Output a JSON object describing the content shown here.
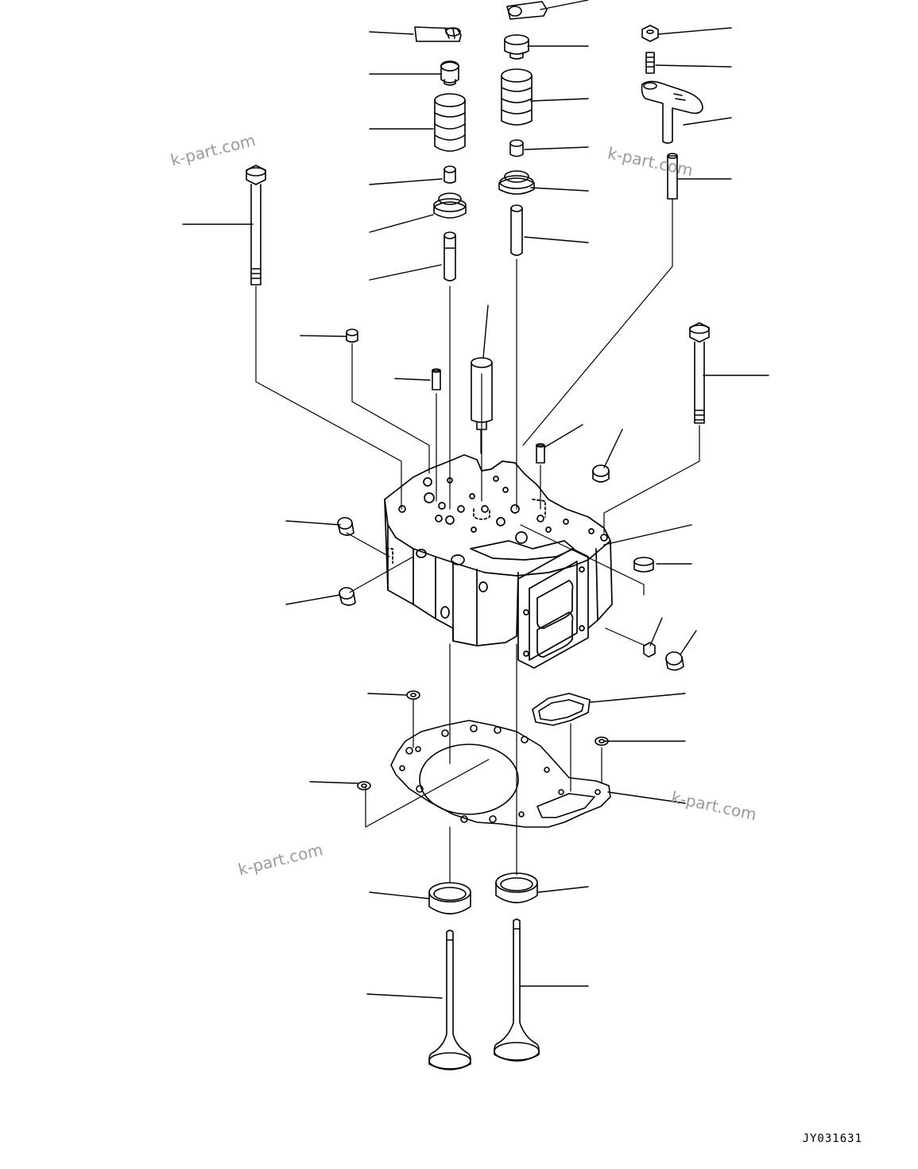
{
  "watermarks": [
    "k-part.com",
    "k-part.com",
    "k-part.com",
    "k-part.com"
  ],
  "drawing_code": "JY031631",
  "colors": {
    "line": "#000000",
    "watermark": "#9a9a9a",
    "background": "#ffffff"
  }
}
